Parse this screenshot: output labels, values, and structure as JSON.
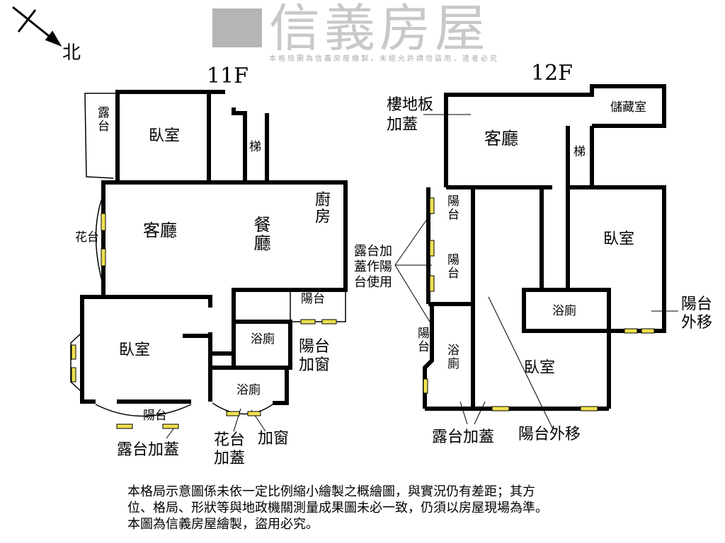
{
  "compass": {
    "north": "北"
  },
  "floor_11": {
    "title": "11F",
    "rooms": {
      "terrace": "露台",
      "bedroom1": "臥室",
      "stairs": "梯",
      "living": "客廳",
      "dining": "餐廳",
      "kitchen": "廚房",
      "planter": "花台",
      "balcony": "陽台",
      "bath1": "浴廁",
      "bath2": "浴廁",
      "bedroom2": "臥室",
      "balcony2": "陽台"
    },
    "notes": {
      "balcony_window": "陽台加窗",
      "terrace_cover": "露台加蓋",
      "planter_cover": "花台加蓋",
      "add_window": "加窗"
    }
  },
  "floor_12": {
    "title": "12F",
    "rooms": {
      "living": "客廳",
      "storage": "儲藏室",
      "stairs": "梯",
      "balcony1": "陽台",
      "balcony2": "陽台",
      "balcony3": "陽台",
      "bedroom1": "臥室",
      "bath1": "浴廁",
      "bath2": "浴廁",
      "bedroom2": "臥室"
    },
    "notes": {
      "floor_cover": "樓地板加蓋",
      "terrace_as_balcony": "露台加蓋作陽台使用",
      "balcony_move1": "陽台外移",
      "balcony_move2": "陽台外移",
      "terrace_cover": "露台加蓋"
    }
  },
  "watermark": {
    "brand": "信義房屋",
    "notice": "本格局圖為信義房屋繪製，未經允許請勿盜用，違者必究"
  },
  "footer": {
    "line1": "本格局示意圖係未依一定比例縮小繪製之概繪圖，與實況仍有差距；其方",
    "line2": "位、格局、形狀等與地政機關測量成果圖未必一致，仍須以房屋現場為準。",
    "line3": "本圖為信義房屋繪製，盜用必究。"
  }
}
